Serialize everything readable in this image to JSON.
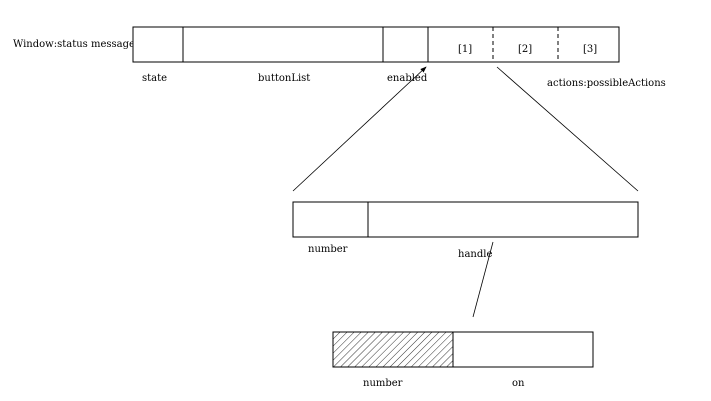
{
  "window_record": {
    "title": "Window:status message",
    "fields": {
      "state": "state",
      "button_list": "buttonList",
      "enabled": "enabled",
      "actions": "actions:possibleActions"
    },
    "slots": [
      "[1]",
      "[2]",
      "[3]"
    ]
  },
  "action_record": {
    "fields": {
      "number": "number",
      "handle": "handle"
    }
  },
  "handle_record": {
    "fields": {
      "number": "number",
      "on": "on"
    }
  },
  "colors": {
    "stroke": "#000000",
    "background": "#ffffff"
  }
}
